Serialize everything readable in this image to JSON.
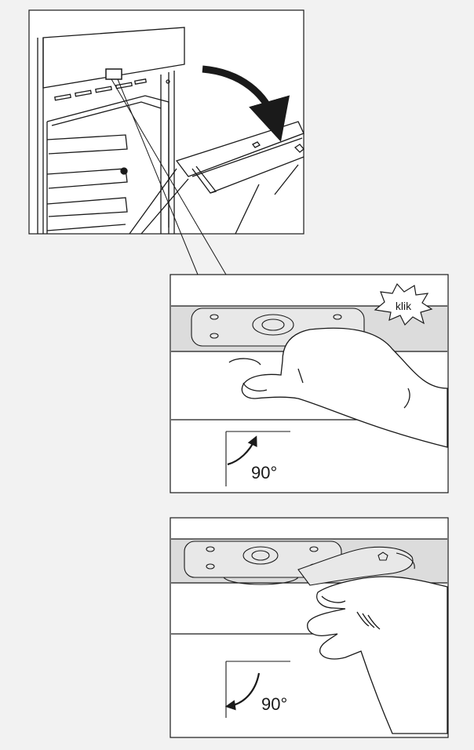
{
  "panel_top": {
    "icons": [
      "oven-cavity-icon",
      "door-icon",
      "rotate-arrow-icon"
    ]
  },
  "panel_mid": {
    "burst_label": "klik",
    "angle_label": "90°",
    "icons": [
      "hinge-plate-icon",
      "hand-icon",
      "turn-arrow-icon"
    ]
  },
  "panel_bottom": {
    "angle_label": "90°",
    "icons": [
      "hinge-plate-icon",
      "lever-icon",
      "hand-icon",
      "turn-arrow-icon"
    ]
  },
  "colors": {
    "line": "#1a1a1a",
    "shade": "#dcdcdc",
    "paper": "#ffffff",
    "backdrop": "#f2f2f2"
  }
}
